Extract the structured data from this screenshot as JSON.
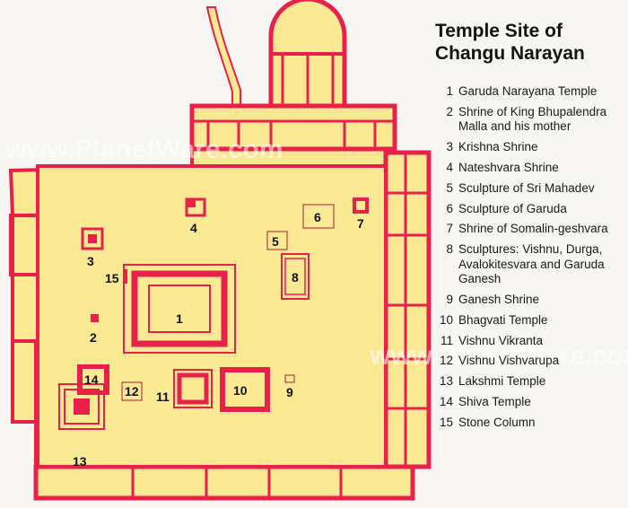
{
  "title": "Temple Site of Changu Narayan",
  "watermark": "www.PlanetWare.com",
  "colors": {
    "fill": "#fbe994",
    "wall": "#e8214a",
    "line": "#b01a3a",
    "ink": "#111111"
  },
  "map_labels": [
    "1",
    "2",
    "3",
    "4",
    "5",
    "6",
    "7",
    "8",
    "9",
    "10",
    "11",
    "12",
    "13",
    "14",
    "15"
  ],
  "legend": [
    {
      "num": "1",
      "text": "Garuda Narayana Temple"
    },
    {
      "num": "2",
      "text": "Shrine of King Bhupalendra Malla and his mother"
    },
    {
      "num": "3",
      "text": "Krishna Shrine"
    },
    {
      "num": "4",
      "text": "Nateshvara Shrine"
    },
    {
      "num": "5",
      "text": "Sculpture of Sri Mahadev"
    },
    {
      "num": "6",
      "text": "Sculpture of Garuda"
    },
    {
      "num": "7",
      "text": "Shrine of Somalin-geshvara"
    },
    {
      "num": "8",
      "text": "Sculptures: Vishnu, Durga, Avalokitesvara and Garuda Ganesh"
    },
    {
      "num": "9",
      "text": "Ganesh Shrine"
    },
    {
      "num": "10",
      "text": "Bhagvati Temple"
    },
    {
      "num": "11",
      "text": "Vishnu Vikranta"
    },
    {
      "num": "12",
      "text": "Vishnu Vishvarupa"
    },
    {
      "num": "13",
      "text": "Lakshmi Temple"
    },
    {
      "num": "14",
      "text": "Shiva Temple"
    },
    {
      "num": "15",
      "text": "Stone Column"
    }
  ]
}
